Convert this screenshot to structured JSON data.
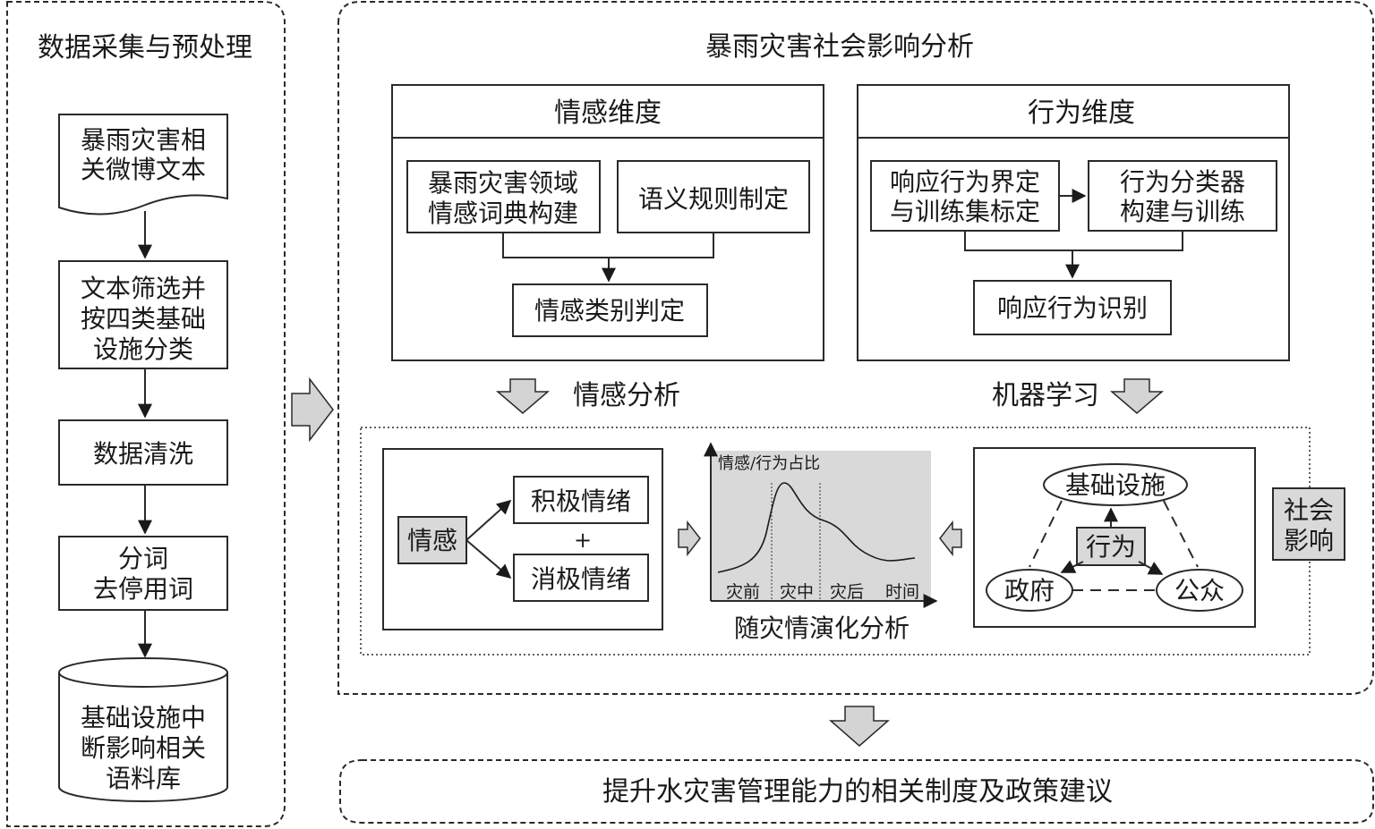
{
  "left_panel": {
    "title": "数据采集与预处理",
    "doc_lines": [
      "暴雨灾害相",
      "关微博文本"
    ],
    "filter_lines": [
      "文本筛选并",
      "按四类基础",
      "设施分类"
    ],
    "clean": "数据清洗",
    "segment_lines": [
      "分词",
      "去停用词"
    ],
    "db_lines": [
      "基础设施中",
      "断影响相关",
      "语料库"
    ]
  },
  "right_panel": {
    "title": "暴雨灾害社会影响分析",
    "emotion": {
      "title": "情感维度",
      "lexicon_lines": [
        "暴雨灾害领域",
        "情感词典构建"
      ],
      "rules": "语义规则制定",
      "judge": "情感类别判定"
    },
    "behavior": {
      "title": "行为维度",
      "define_lines": [
        "响应行为界定",
        "与训练集标定"
      ],
      "classifier_lines": [
        "行为分类器",
        "构建与训练"
      ],
      "identify": "响应行为识别"
    },
    "label_emotion_analysis": "情感分析",
    "label_ml": "机器学习",
    "sentiment": {
      "source": "情感",
      "positive": "积极情绪",
      "plus": "+",
      "negative": "消极情绪"
    },
    "chart": {
      "ylabel": "情感/行为占比",
      "phases": [
        "灾前",
        "灾中",
        "灾后"
      ],
      "xlabel": "时间",
      "caption": "随灾情演化分析"
    },
    "network": {
      "infrastructure": "基础设施",
      "behavior": "行为",
      "government": "政府",
      "public": "公众"
    },
    "social_impact_lines": [
      "社会",
      "影响"
    ]
  },
  "bottom": {
    "text": "提升水灾害管理能力的相关制度及政策建议"
  },
  "chart_data": {
    "type": "line",
    "categories": [
      "灾前",
      "灾中",
      "灾后"
    ],
    "ylabel": "情感/行为占比",
    "xlabel": "时间",
    "title": "",
    "grid": false
  }
}
